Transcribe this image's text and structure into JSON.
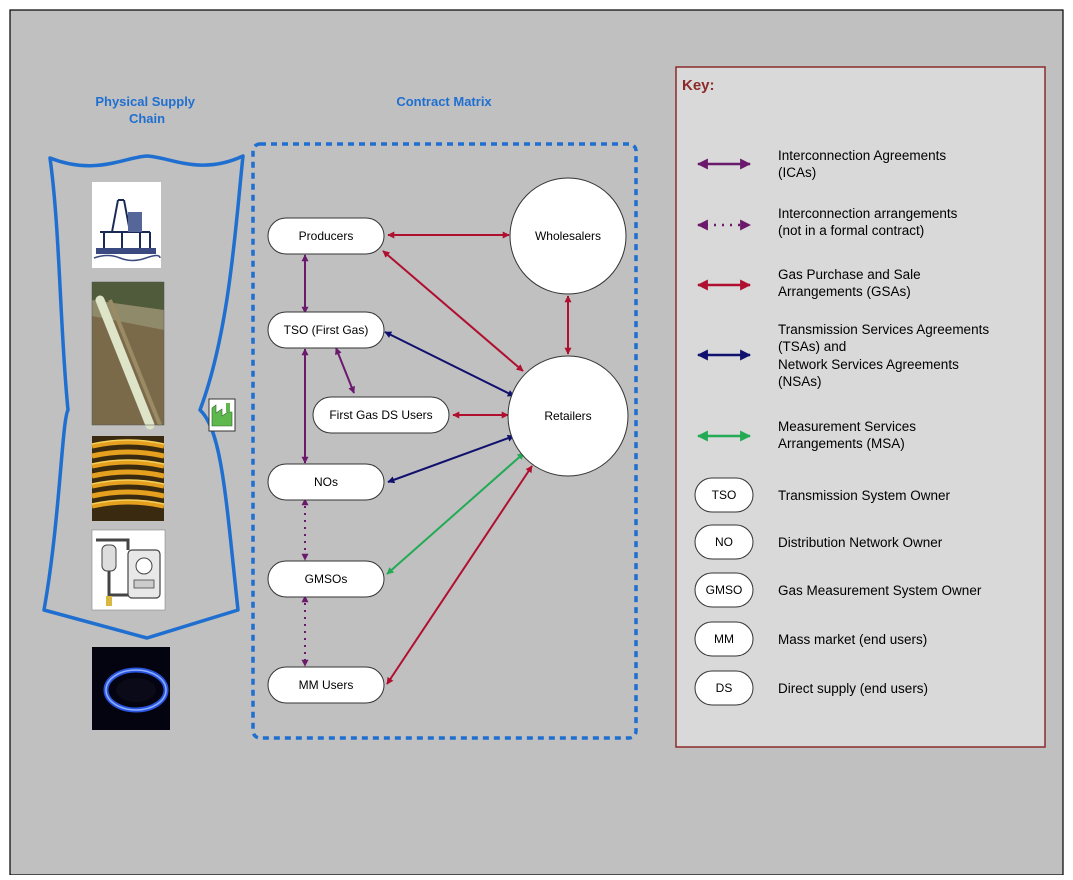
{
  "colors": {
    "panel_bg": "#c0c0c0",
    "accent_blue": "#1f6fd1",
    "purple": "#6b1a6b",
    "red": "#b01030",
    "navy": "#10106e",
    "green": "#22aa55",
    "key_border": "#8b2a2a",
    "key_title": "#8b2a2a",
    "key_bg": "#d9d9d9"
  },
  "headings": {
    "physical_supply_chain": [
      "Physical Supply",
      "Chain"
    ],
    "contract_matrix": "Contract Matrix"
  },
  "supply_chain_images": [
    {
      "name": "oil-rig-image"
    },
    {
      "name": "pipeline-image"
    },
    {
      "name": "gas-pipe-coil-image"
    },
    {
      "name": "gas-meter-image"
    },
    {
      "name": "gas-flame-image"
    }
  ],
  "factory_icon": "factory-icon",
  "nodes": {
    "producers": "Producers",
    "tso": "TSO (First Gas)",
    "first_gas_ds_users": "First Gas DS Users",
    "nos": "NOs",
    "gmsos": "GMSOs",
    "mm_users": "MM Users",
    "wholesalers": "Wholesalers",
    "retailers": "Retailers"
  },
  "connections": [
    {
      "from": "producers",
      "to": "wholesalers",
      "type": "GSA"
    },
    {
      "from": "producers",
      "to": "retailers",
      "type": "GSA"
    },
    {
      "from": "wholesalers",
      "to": "retailers",
      "type": "GSA"
    },
    {
      "from": "first_gas_ds_users",
      "to": "retailers",
      "type": "GSA"
    },
    {
      "from": "mm_users",
      "to": "retailers",
      "type": "GSA"
    },
    {
      "from": "producers",
      "to": "tso",
      "type": "ICA"
    },
    {
      "from": "tso",
      "to": "first_gas_ds_users",
      "type": "ICA"
    },
    {
      "from": "tso",
      "to": "nos",
      "type": "ICA"
    },
    {
      "from": "nos",
      "to": "gmsos",
      "type": "informal"
    },
    {
      "from": "gmsos",
      "to": "mm_users",
      "type": "informal"
    },
    {
      "from": "tso",
      "to": "retailers",
      "type": "TSA/NSA"
    },
    {
      "from": "nos",
      "to": "retailers",
      "type": "TSA/NSA"
    },
    {
      "from": "gmsos",
      "to": "retailers",
      "type": "MSA"
    }
  ],
  "key": {
    "title": "Key:",
    "arrow_items": [
      {
        "lines": [
          "Interconnection Agreements",
          "(ICAs)"
        ],
        "color": "#6b1a6b",
        "style": "solid"
      },
      {
        "lines": [
          "Interconnection arrangements",
          "(not in a formal contract)"
        ],
        "color": "#6b1a6b",
        "style": "dotted"
      },
      {
        "lines": [
          "Gas Purchase and Sale",
          "Arrangements (GSAs)"
        ],
        "color": "#b01030",
        "style": "solid"
      },
      {
        "lines": [
          "Transmission Services Agreements",
          "(TSAs) and",
          "Network Services Agreements",
          "(NSAs)"
        ],
        "color": "#10106e",
        "style": "solid"
      },
      {
        "lines": [
          "Measurement Services",
          "Arrangements (MSA)"
        ],
        "color": "#22aa55",
        "style": "solid"
      }
    ],
    "abbreviations": [
      {
        "abbr": "TSO",
        "text": "Transmission System Owner"
      },
      {
        "abbr": "NO",
        "text": "Distribution Network Owner"
      },
      {
        "abbr": "GMSO",
        "text": "Gas Measurement System Owner"
      },
      {
        "abbr": "MM",
        "text": "Mass market (end users)"
      },
      {
        "abbr": "DS",
        "text": "Direct supply (end users)"
      }
    ]
  }
}
